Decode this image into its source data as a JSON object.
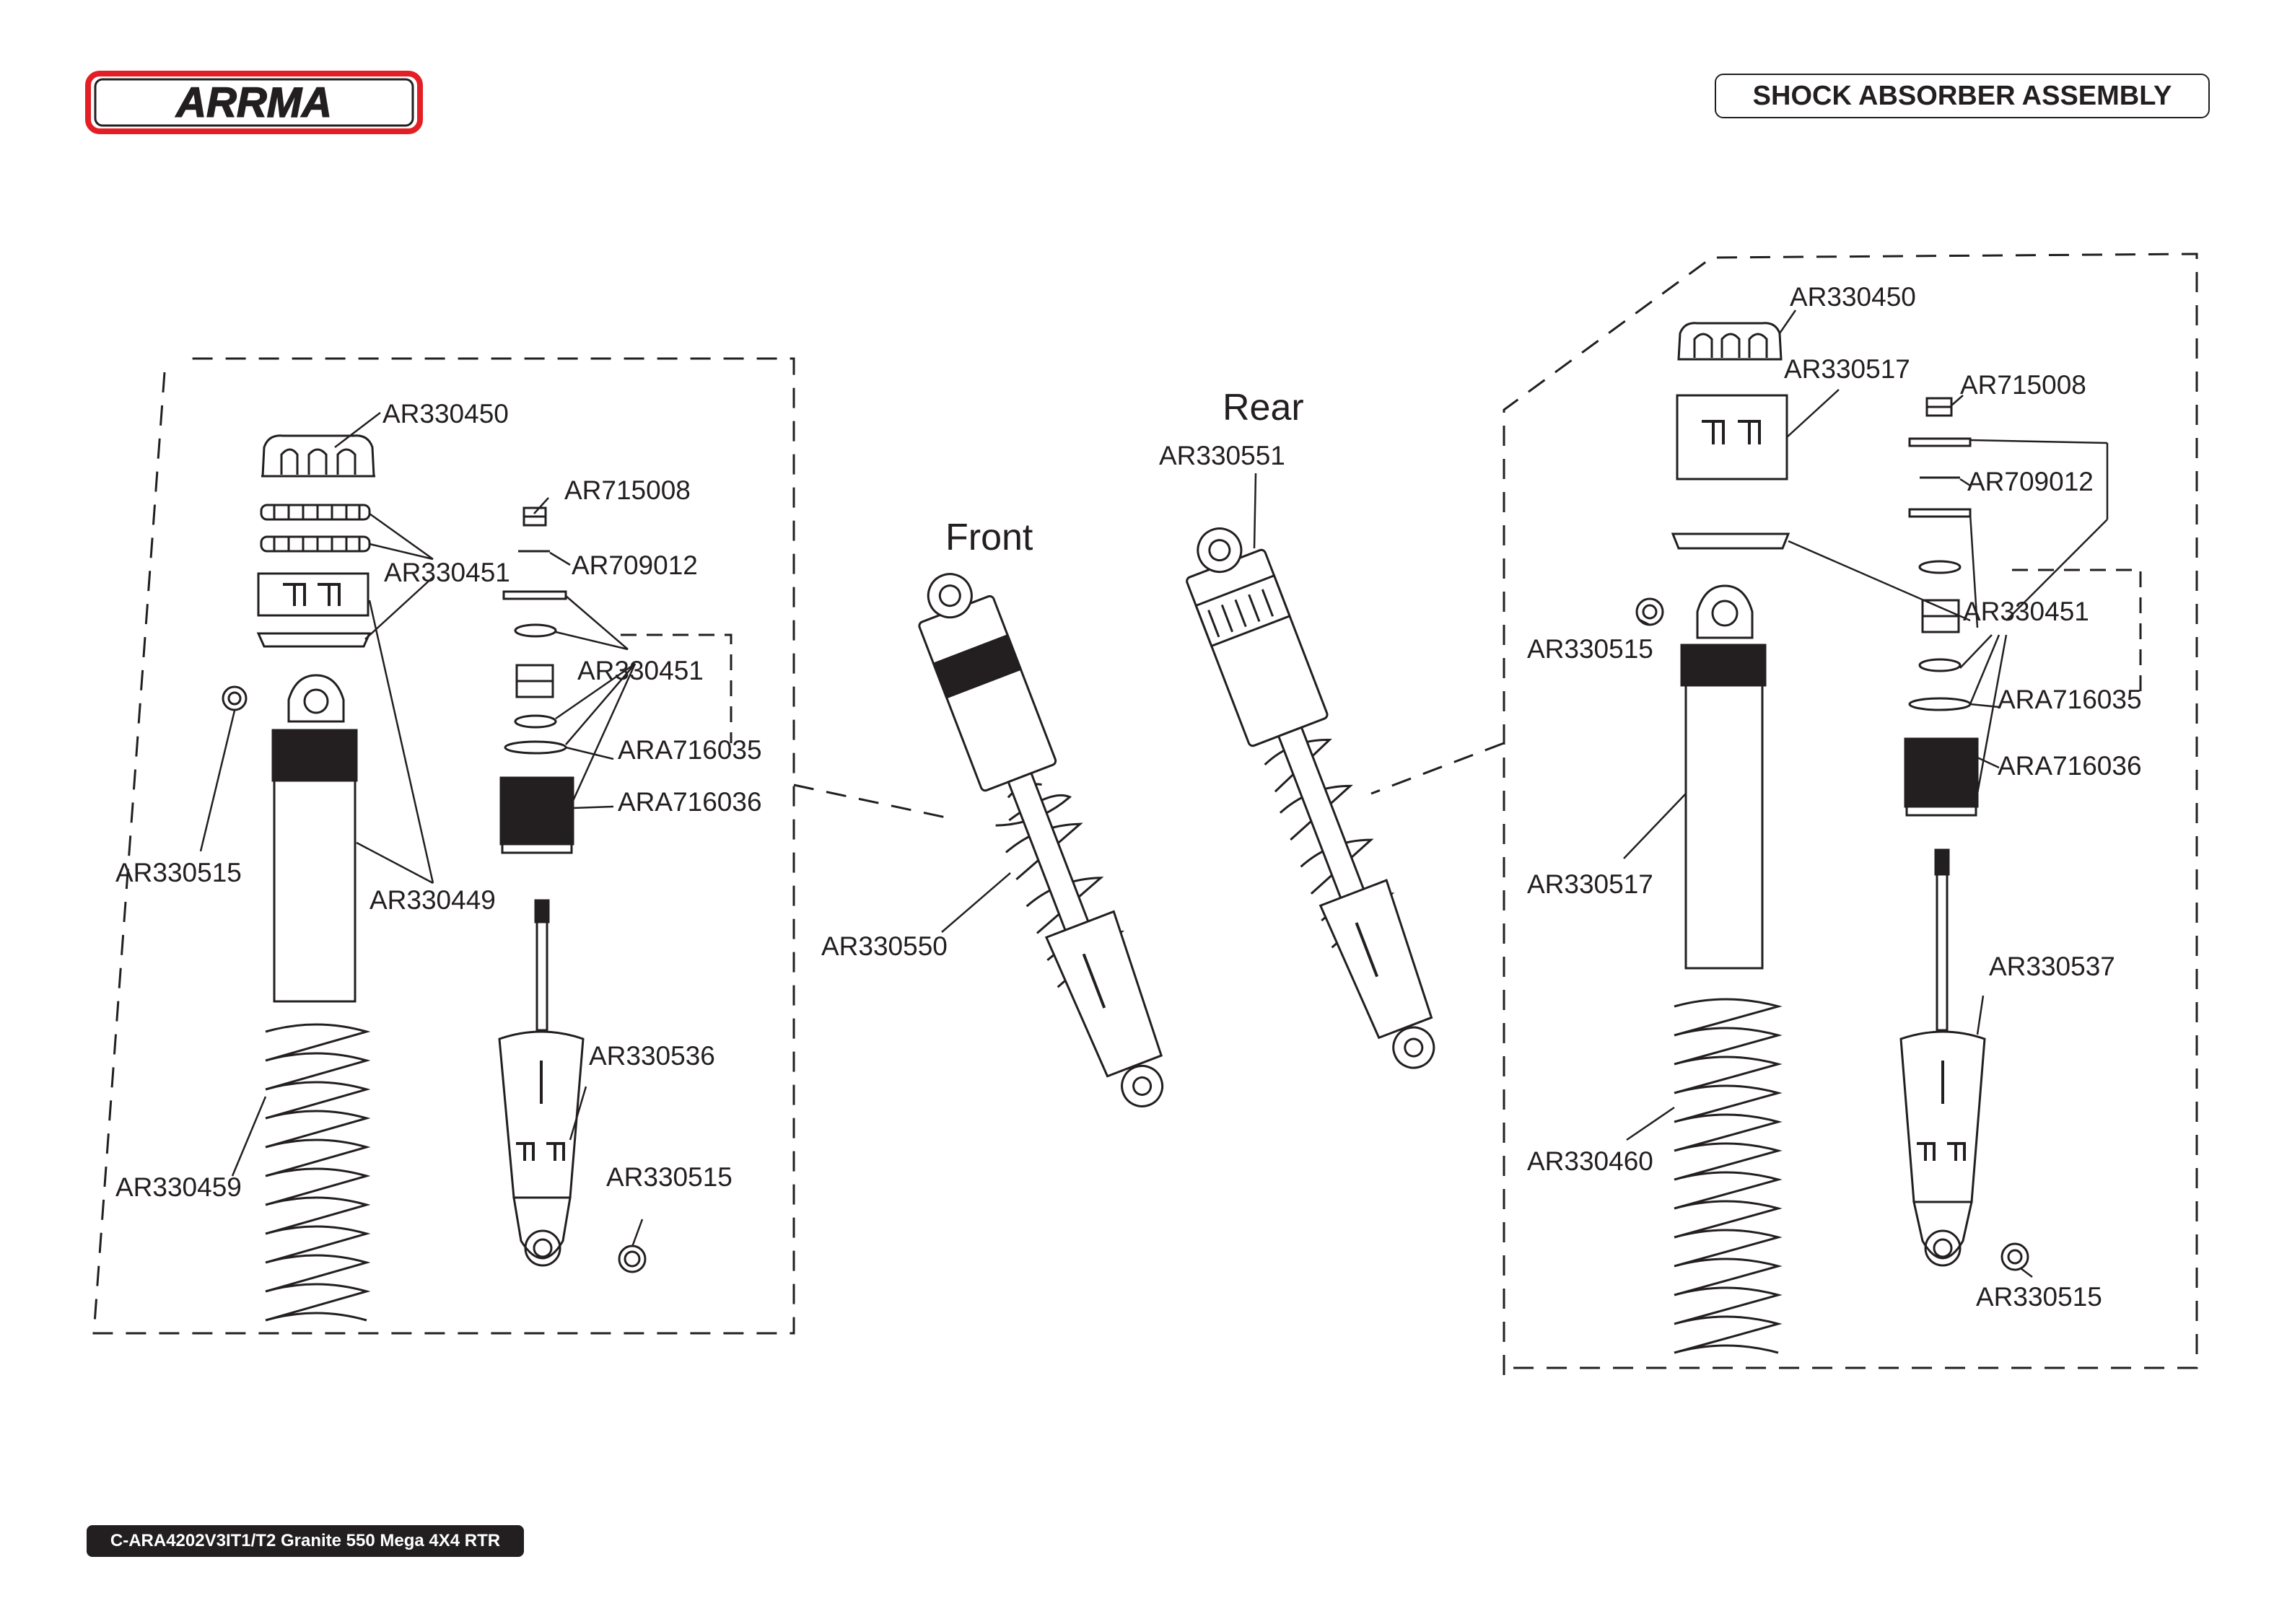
{
  "header": {
    "brand": "ARRMA",
    "section_title": "SHOCK ABSORBER ASSEMBLY"
  },
  "footer": {
    "model": "C-ARA4202V3IT1/T2 Granite 550 Mega 4X4 RTR"
  },
  "headings": {
    "front": "Front",
    "rear": "Rear"
  },
  "callouts": {
    "left": {
      "cap": "AR330450",
      "nut": "AR715008",
      "oring_small": "AR709012",
      "washers": "AR330451",
      "seal": "AR330451",
      "cartridge_a": "ARA716035",
      "cartridge_b": "ARA716036",
      "ball": "AR330515",
      "body": "AR330449",
      "spring": "AR330459",
      "shaft": "AR330536",
      "ball_end": "AR330515"
    },
    "center": {
      "front_shock": "AR330550",
      "rear_shock": "AR330551"
    },
    "right": {
      "cap": "AR330450",
      "collar": "AR330517",
      "nut": "AR715008",
      "oring_small": "AR709012",
      "washers": "AR330451",
      "cartridge_a": "ARA716035",
      "cartridge_b": "ARA716036",
      "ball": "AR330515",
      "body": "AR330517",
      "shaft": "AR330537",
      "spring": "AR330460",
      "ball_end": "AR330515"
    }
  },
  "colors": {
    "ink": "#231f20",
    "logo_red": "#e31e24",
    "paper": "#ffffff"
  }
}
